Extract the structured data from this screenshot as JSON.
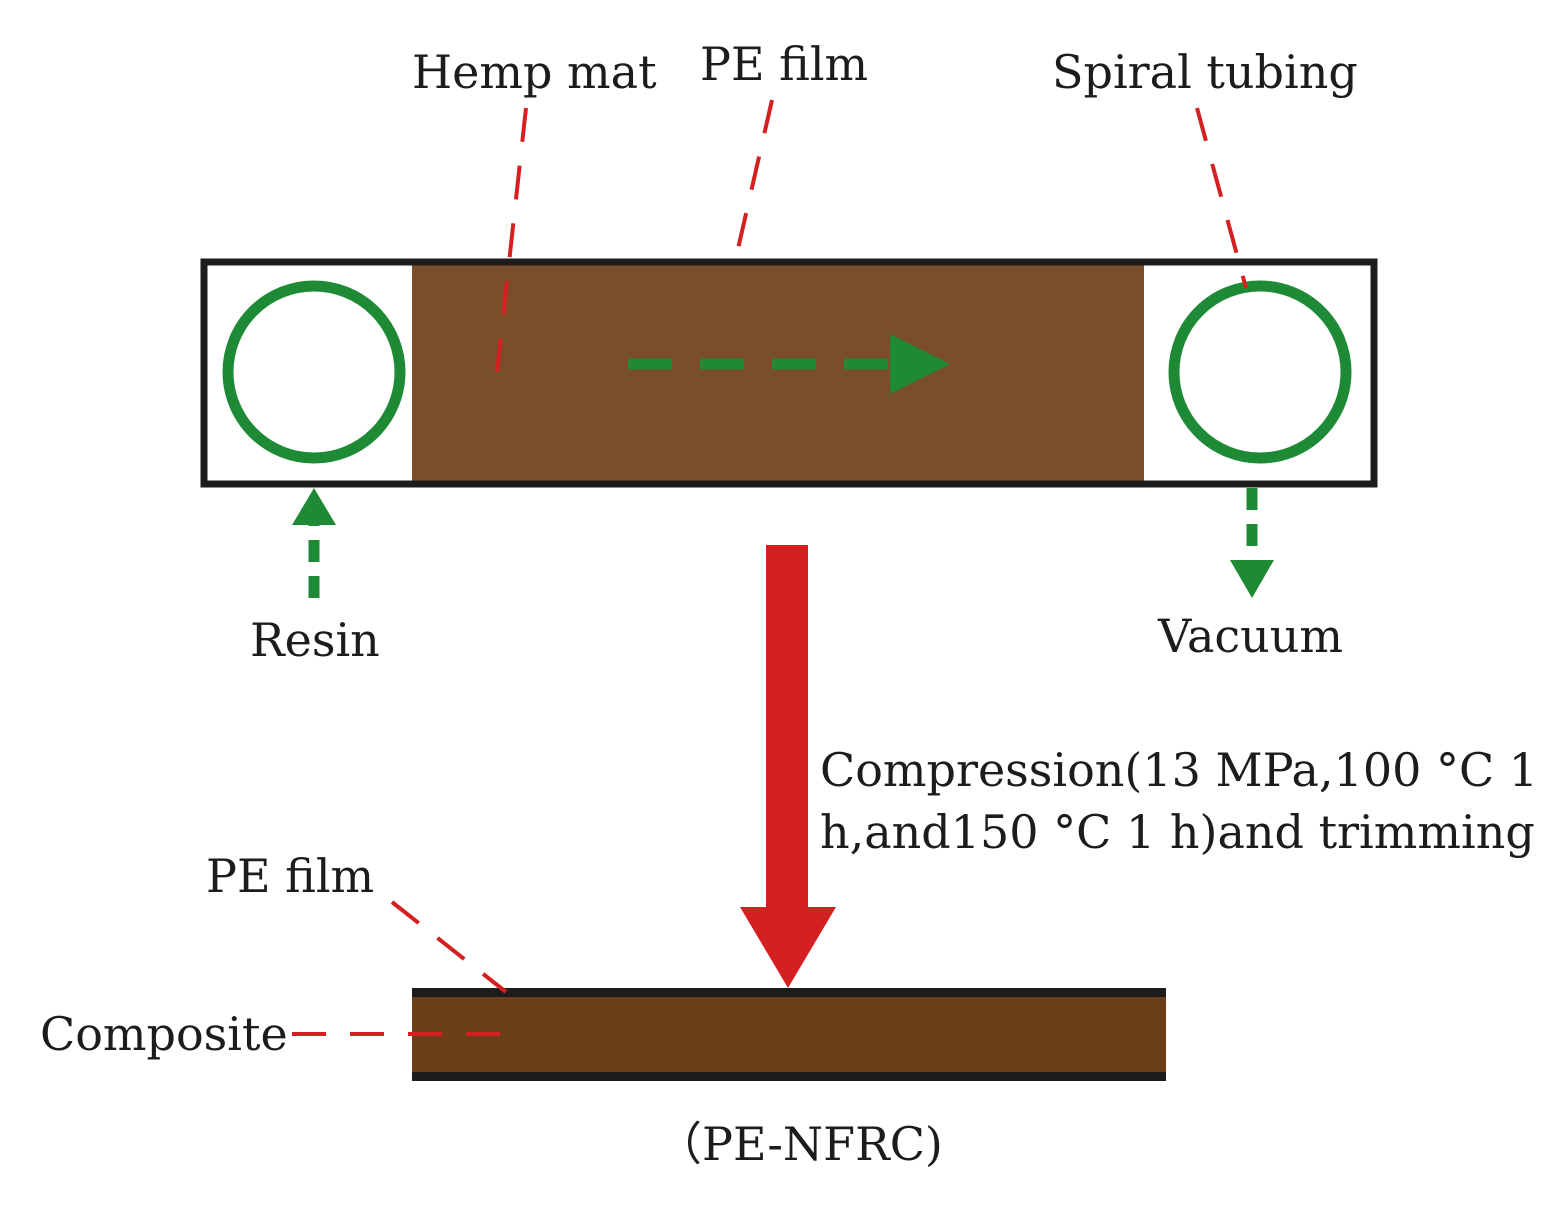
{
  "labels": {
    "hemp_mat": "Hemp mat",
    "pe_film_top": "PE film",
    "spiral_tubing": "Spiral tubing",
    "resin": "Resin",
    "vacuum": "Vacuum",
    "process_line1": "Compression(13 MPa,100 °C 1",
    "process_line2": "h,and150 °C 1 h)and trimming",
    "pe_film_bottom": "PE film",
    "composite": "Composite",
    "product": "（PE-NFRC)"
  },
  "colors": {
    "hemp": "#7a4e29",
    "composite": "#6b3e18",
    "tube_green": "#1e8a35",
    "arrow_red": "#d42020",
    "leader_red": "#d42020",
    "frame": "#1c1c1c"
  }
}
